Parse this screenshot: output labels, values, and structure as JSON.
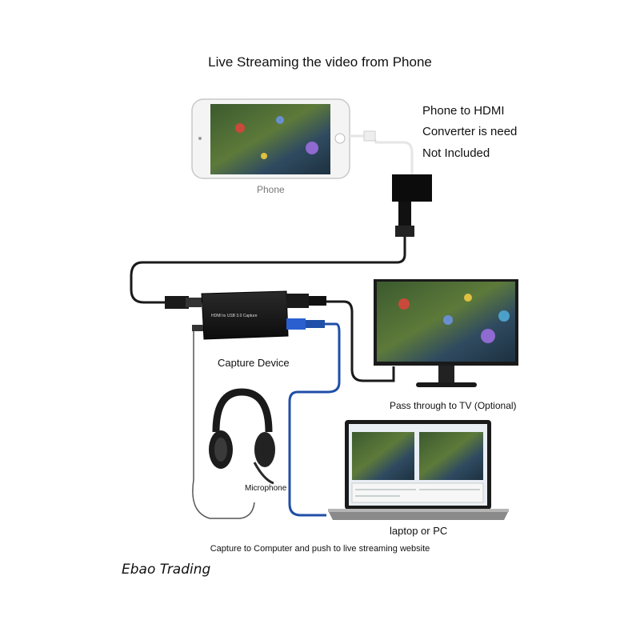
{
  "title": "Live Streaming the video from Phone",
  "notes": [
    "Phone to HDMI",
    "Converter is need",
    "Not Included"
  ],
  "labels": {
    "phone": "Phone",
    "capture_device": "Capture Device",
    "pass_through": "Pass through to TV (Optional)",
    "microphone": "Microphone",
    "laptop": "laptop or PC",
    "push": "Capture to Computer and push to live streaming website"
  },
  "device_text": "HDMI to USB 3.0 Capture",
  "brand": "Ebao Trading",
  "colors": {
    "cable_black": "#1a1a1a",
    "cable_blue": "#1f4fa8",
    "usb_blue": "#2b5fd0"
  },
  "icons": [
    "phone-icon",
    "hdmi-converter-icon",
    "capture-device-icon",
    "monitor-icon",
    "headset-icon",
    "laptop-icon"
  ]
}
